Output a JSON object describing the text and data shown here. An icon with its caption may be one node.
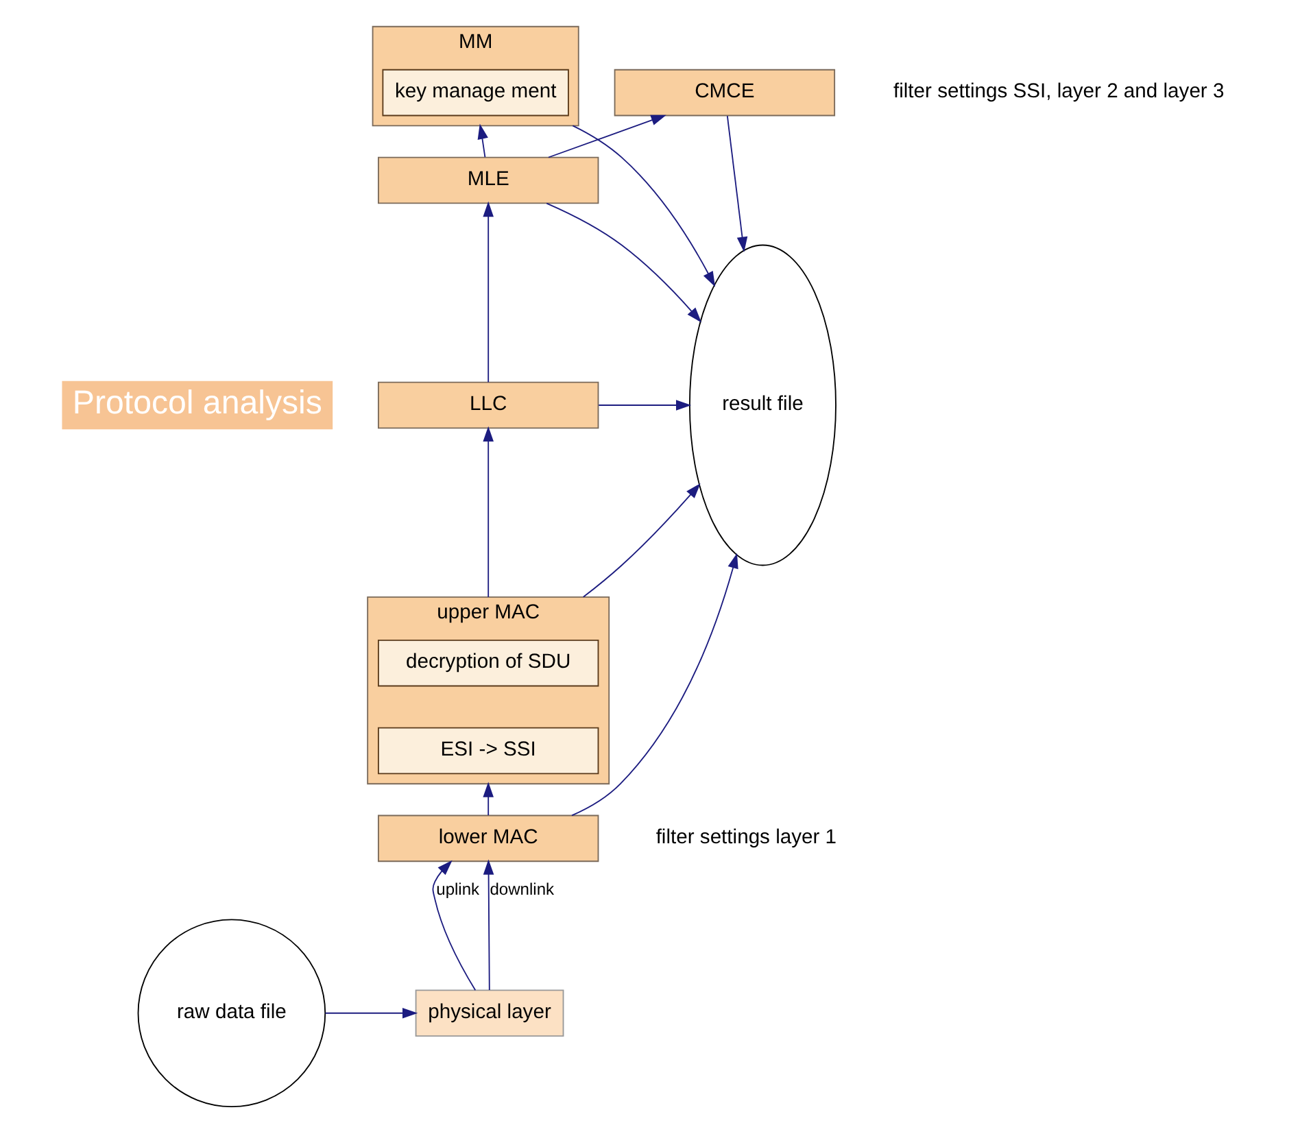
{
  "diagram": {
    "nodes": [
      {
        "text": [
          "Protocol analysis"
        ]
      },
      {
        "text": [
          "MM"
        ]
      },
      {
        "text": [
          "key manage ment"
        ],
        "in": 1
      },
      {
        "text": [
          "CMCE"
        ]
      },
      {
        "text": [
          "MLE"
        ]
      },
      {
        "text": [
          "LLC"
        ]
      },
      {
        "text": [
          "upper MAC"
        ]
      },
      {
        "text": [
          "decryption of SDU"
        ],
        "in": 6
      },
      {
        "text": [
          "ESI -> SSI"
        ],
        "in": 6
      },
      {
        "text": [
          "lower MAC"
        ]
      },
      {
        "text": [
          "physical layer"
        ]
      },
      {
        "text": [
          "result file"
        ]
      },
      {
        "text": [
          "raw data file"
        ]
      }
    ],
    "edges": [
      {
        "from": 12,
        "to": 10,
        "arrow": "to"
      },
      {
        "from": 10,
        "to": 9,
        "arrow": "to",
        "label": "uplink"
      },
      {
        "from": 10,
        "to": 9,
        "arrow": "to",
        "label": "downlink"
      },
      {
        "from": 9,
        "to": 6,
        "arrow": "to"
      },
      {
        "from": 6,
        "to": 5,
        "arrow": "to"
      },
      {
        "from": 5,
        "to": 4,
        "arrow": "to"
      },
      {
        "from": 4,
        "to": 1,
        "arrow": "to"
      },
      {
        "from": 4,
        "to": 3,
        "arrow": "to"
      },
      {
        "from": 1,
        "to": 11,
        "arrow": "to"
      },
      {
        "from": 3,
        "to": 11,
        "arrow": "to"
      },
      {
        "from": 4,
        "to": 11,
        "arrow": "to"
      },
      {
        "from": 5,
        "to": 11,
        "arrow": "to"
      },
      {
        "from": 6,
        "to": 11,
        "arrow": "to"
      },
      {
        "from": 9,
        "to": 11,
        "arrow": "to"
      }
    ],
    "labels": [
      "filter settings SSI, layer 2 and layer 3",
      "filter settings layer 1"
    ]
  }
}
